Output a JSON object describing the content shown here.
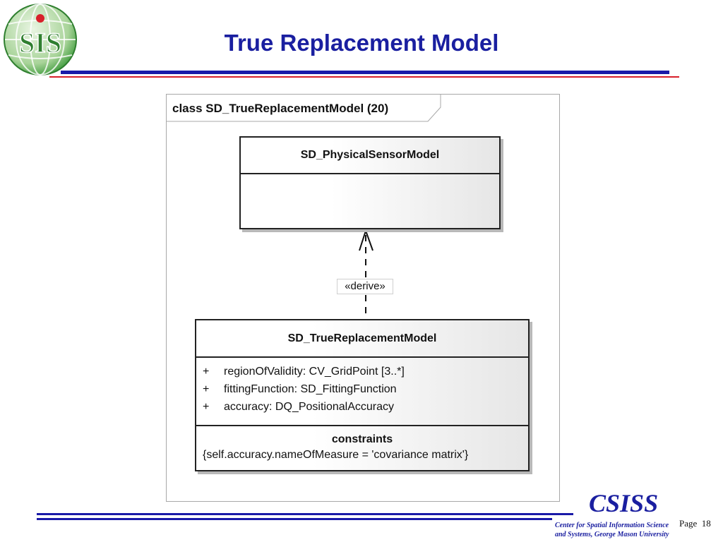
{
  "slide": {
    "title": "True Replacement Model",
    "page_label": "Page",
    "page_number": "18"
  },
  "logo": {
    "text": "SIS"
  },
  "footer": {
    "brand": "CSISS",
    "line1": "Center for Spatial Information Science",
    "line2": "and Systems, George Mason University"
  },
  "diagram": {
    "frame_title": "class SD_TrueReplacementModel (20)",
    "parent_class": {
      "name": "SD_PhysicalSensorModel"
    },
    "child_class": {
      "name": "SD_TrueReplacementModel",
      "attributes": [
        {
          "visibility": "+",
          "text": "regionOfValidity:  CV_GridPoint [3..*]"
        },
        {
          "visibility": "+",
          "text": "fittingFunction:  SD_FittingFunction"
        },
        {
          "visibility": "+",
          "text": "accuracy:  DQ_PositionalAccuracy"
        }
      ],
      "constraints_title": "constraints",
      "constraint": "{self.accuracy.nameOfMeasure = 'covariance matrix'}"
    },
    "relation": {
      "stereotype": "«derive»"
    }
  },
  "colors": {
    "title_blue": "#1a1fa0",
    "rule_blue": "#1a1aa8",
    "rule_red": "#d8202a",
    "logo_green": "#3c9a3a",
    "logo_red": "#d8202a"
  }
}
